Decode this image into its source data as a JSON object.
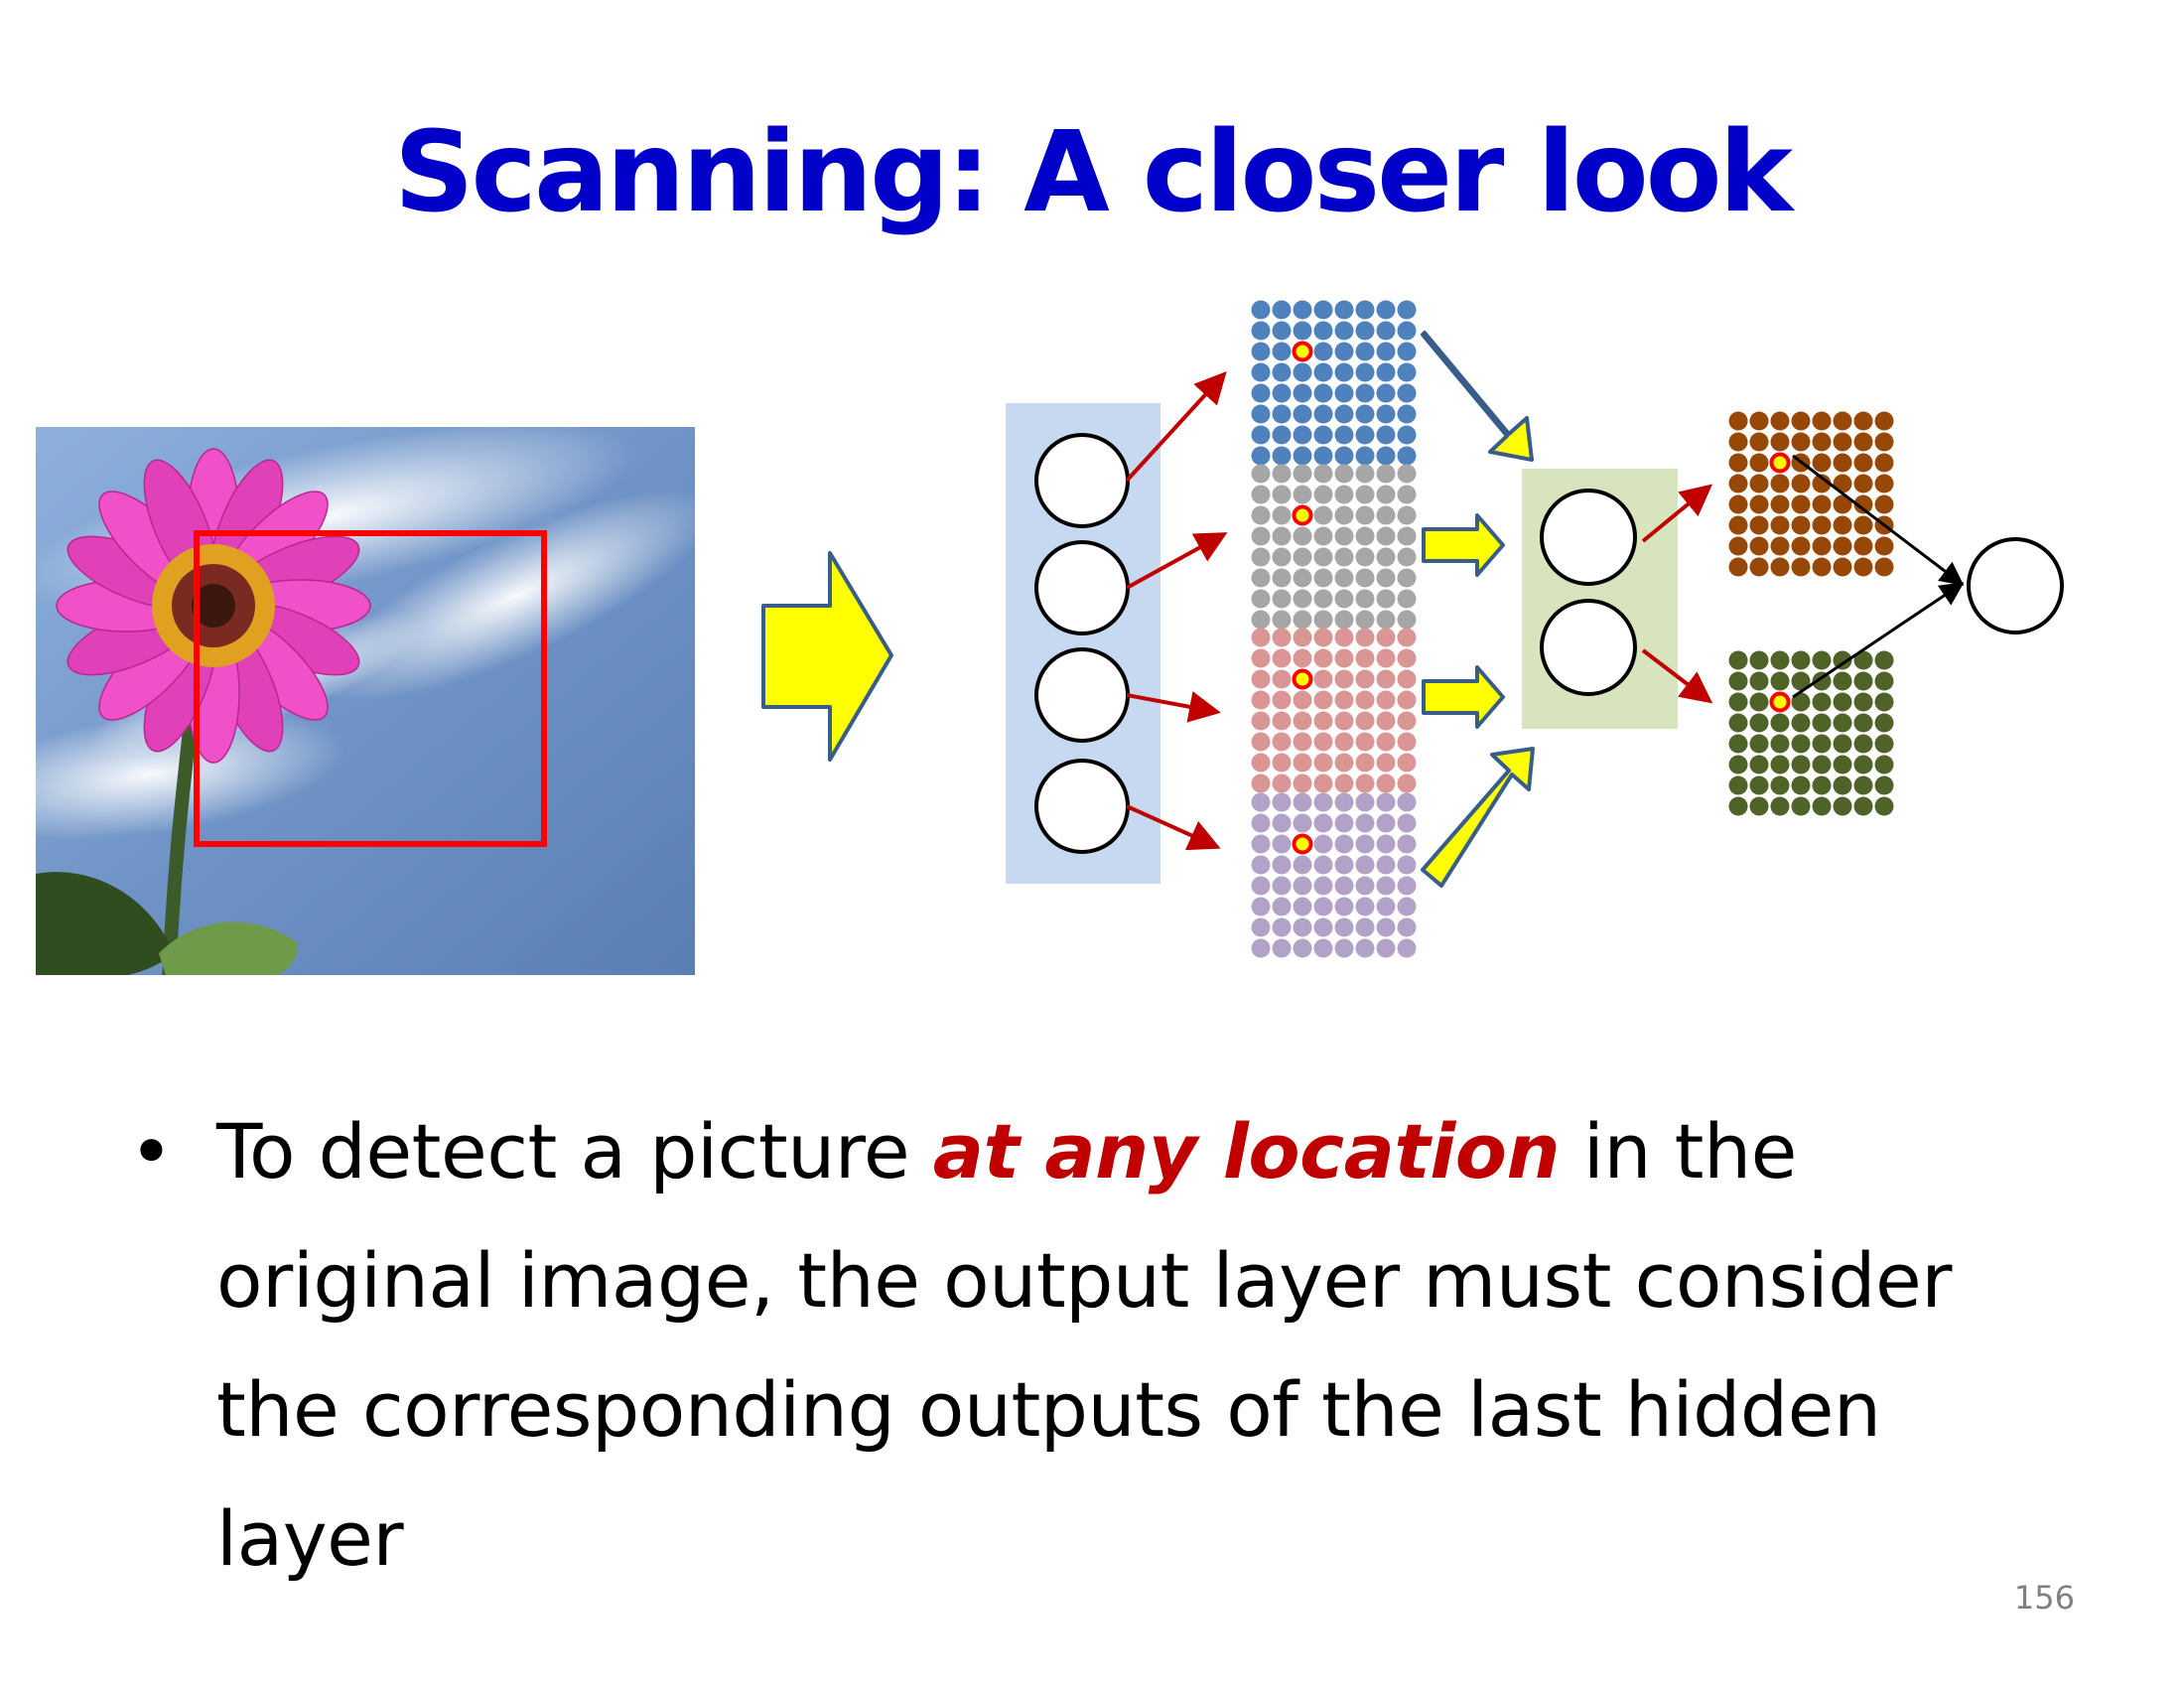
{
  "slide": {
    "title": "Scanning: A closer look",
    "title_color": "#0000c8",
    "page_number": "156"
  },
  "bullet": {
    "marker": "•",
    "text_before": "To detect a picture ",
    "highlight": "at any location",
    "highlight_color": "#c00000",
    "text_after": " in the original image, the output layer must consider the corresponding outputs of the last hidden layer"
  },
  "figure": {
    "photo": {
      "subject": "pink flower against blue sky",
      "scan_box_color": "#ff0000"
    },
    "big_arrow_color": "#ffff00",
    "input_layer": {
      "neurons": 4,
      "panel_color": "#c6d9f1"
    },
    "first_maps": {
      "colors": [
        "#4f81bd",
        "#a6a6a6",
        "#d99694",
        "#b3a2c7"
      ],
      "grid": 8,
      "marker_color": "#ff0000"
    },
    "hidden_layer": {
      "neurons": 2,
      "panel_color": "#d7e4bd"
    },
    "second_maps": {
      "colors": [
        "#974806",
        "#4f6228"
      ],
      "grid": 8
    },
    "output_layer": {
      "neurons": 1
    },
    "connection_color": "#c00000"
  }
}
